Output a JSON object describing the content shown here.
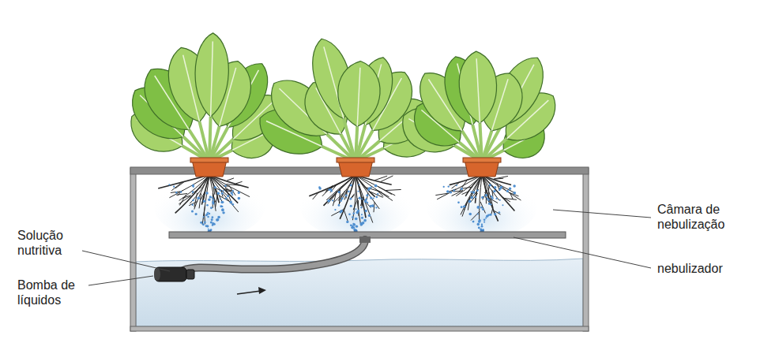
{
  "diagram": {
    "labels": [
      "Câmara de nebulização",
      "Solução nutritiva",
      "Bomba de líquidos",
      "nebulizador"
    ]
  }
}
